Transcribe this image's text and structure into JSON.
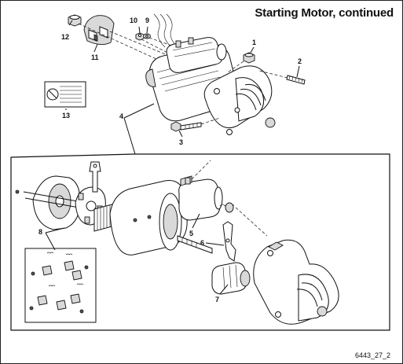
{
  "page": {
    "title": "Starting Motor, continued",
    "reference_code": "6443_27_2"
  },
  "callouts": [
    "1",
    "2",
    "3",
    "4",
    "5",
    "6",
    "7",
    "8",
    "9",
    "10",
    "11",
    "12",
    "13"
  ]
}
